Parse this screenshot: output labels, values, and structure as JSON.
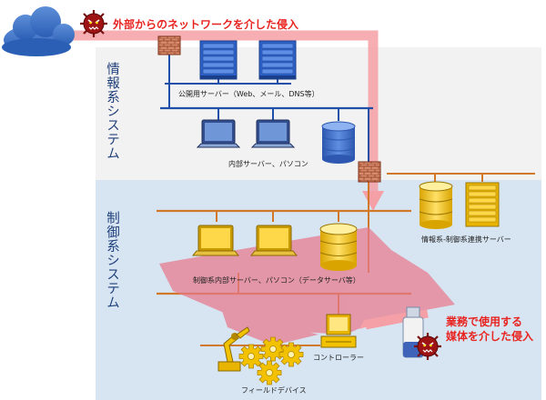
{
  "labels": {
    "external_attack": "外部からのネットワークを介した侵入",
    "info_zone": "情報系システム",
    "control_zone": "制御系システム",
    "public_servers": "公開用サーバー（Web、メール、DNS等）",
    "internal_pcs": "内部サーバー、パソコン",
    "bridge_servers": "情報系-制御系連携サーバー",
    "control_internal": "制御系内部サーバー、パソコン（データサーバ等）",
    "controller": "コントローラー",
    "field_devices": "フィールドデバイス",
    "media_attack_line1": "業務で使用する",
    "media_attack_line2": "媒体を介した侵入"
  },
  "colors": {
    "attack_text": "#e8231f",
    "attack_arrow": "#f4a0a6",
    "network_line": "#1f4fa8",
    "control_line": "#d1782a",
    "info_zone_bg": "#f2f2f2",
    "control_zone_bg": "#d7e5f3",
    "device_gold": "#f2c200"
  },
  "icons": {
    "cloud": "cloud-icon",
    "virus": "virus-icon",
    "firewall": "firewall-icon",
    "server": "server-rack-icon",
    "laptop": "laptop-icon",
    "database": "database-icon",
    "usb": "usb-drive-icon",
    "robot": "robot-arm-icon",
    "gear": "gear-icon"
  }
}
